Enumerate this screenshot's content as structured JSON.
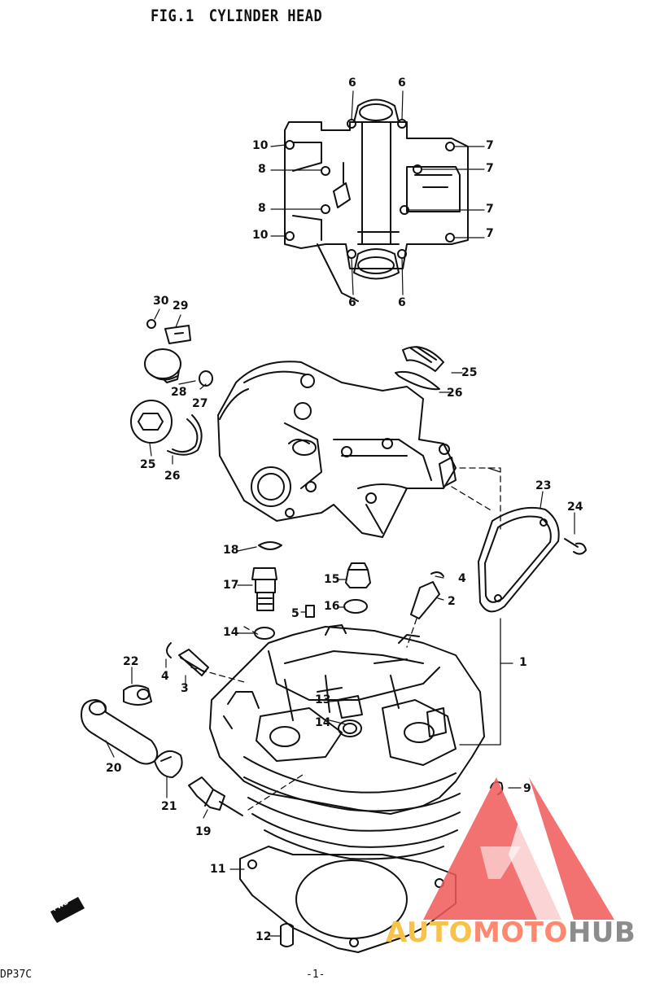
{
  "header": {
    "fig": "FIG.1",
    "title": "CYLINDER HEAD"
  },
  "callouts": [
    {
      "id": "c6a",
      "text": "6"
    },
    {
      "id": "c6b",
      "text": "6"
    },
    {
      "id": "c10a",
      "text": "10"
    },
    {
      "id": "c8a",
      "text": "8"
    },
    {
      "id": "c8b",
      "text": "8"
    },
    {
      "id": "c10b",
      "text": "10"
    },
    {
      "id": "c7a",
      "text": "7"
    },
    {
      "id": "c7b",
      "text": "7"
    },
    {
      "id": "c7c",
      "text": "7"
    },
    {
      "id": "c7d",
      "text": "7"
    },
    {
      "id": "c6c",
      "text": "6"
    },
    {
      "id": "c6d",
      "text": "6"
    },
    {
      "id": "c30",
      "text": "30"
    },
    {
      "id": "c29",
      "text": "29"
    },
    {
      "id": "c28",
      "text": "28"
    },
    {
      "id": "c27",
      "text": "27"
    },
    {
      "id": "c25a",
      "text": "25"
    },
    {
      "id": "c26a",
      "text": "26"
    },
    {
      "id": "c25b",
      "text": "25"
    },
    {
      "id": "c26b",
      "text": "26"
    },
    {
      "id": "c23",
      "text": "23"
    },
    {
      "id": "c24",
      "text": "24"
    },
    {
      "id": "c18",
      "text": "18"
    },
    {
      "id": "c17",
      "text": "17"
    },
    {
      "id": "c14a",
      "text": "14"
    },
    {
      "id": "c15",
      "text": "15"
    },
    {
      "id": "c16",
      "text": "16"
    },
    {
      "id": "c5",
      "text": "5"
    },
    {
      "id": "c4a",
      "text": "4"
    },
    {
      "id": "c2",
      "text": "2"
    },
    {
      "id": "c1",
      "text": "1"
    },
    {
      "id": "c22",
      "text": "22"
    },
    {
      "id": "c4b",
      "text": "4"
    },
    {
      "id": "c3a",
      "text": "3"
    },
    {
      "id": "c13",
      "text": "13"
    },
    {
      "id": "c14b",
      "text": "14"
    },
    {
      "id": "c20",
      "text": "20"
    },
    {
      "id": "c21",
      "text": "21"
    },
    {
      "id": "c19",
      "text": "19"
    },
    {
      "id": "c9",
      "text": "9"
    },
    {
      "id": "c11",
      "text": "11"
    },
    {
      "id": "c12",
      "text": "12"
    }
  ],
  "footer": {
    "code": "DP37C",
    "page": "-1-"
  },
  "watermark": {
    "part1": "AUTO",
    "part2": "MOTO",
    "part3": "HUB"
  },
  "fwd_badge": "FWD",
  "colors": {
    "ink": "#111111",
    "logo": "#f04a4a",
    "brand_auto": "#f6c24a",
    "brand_moto": "#ff8870",
    "brand_hub": "#8c8c8c"
  }
}
